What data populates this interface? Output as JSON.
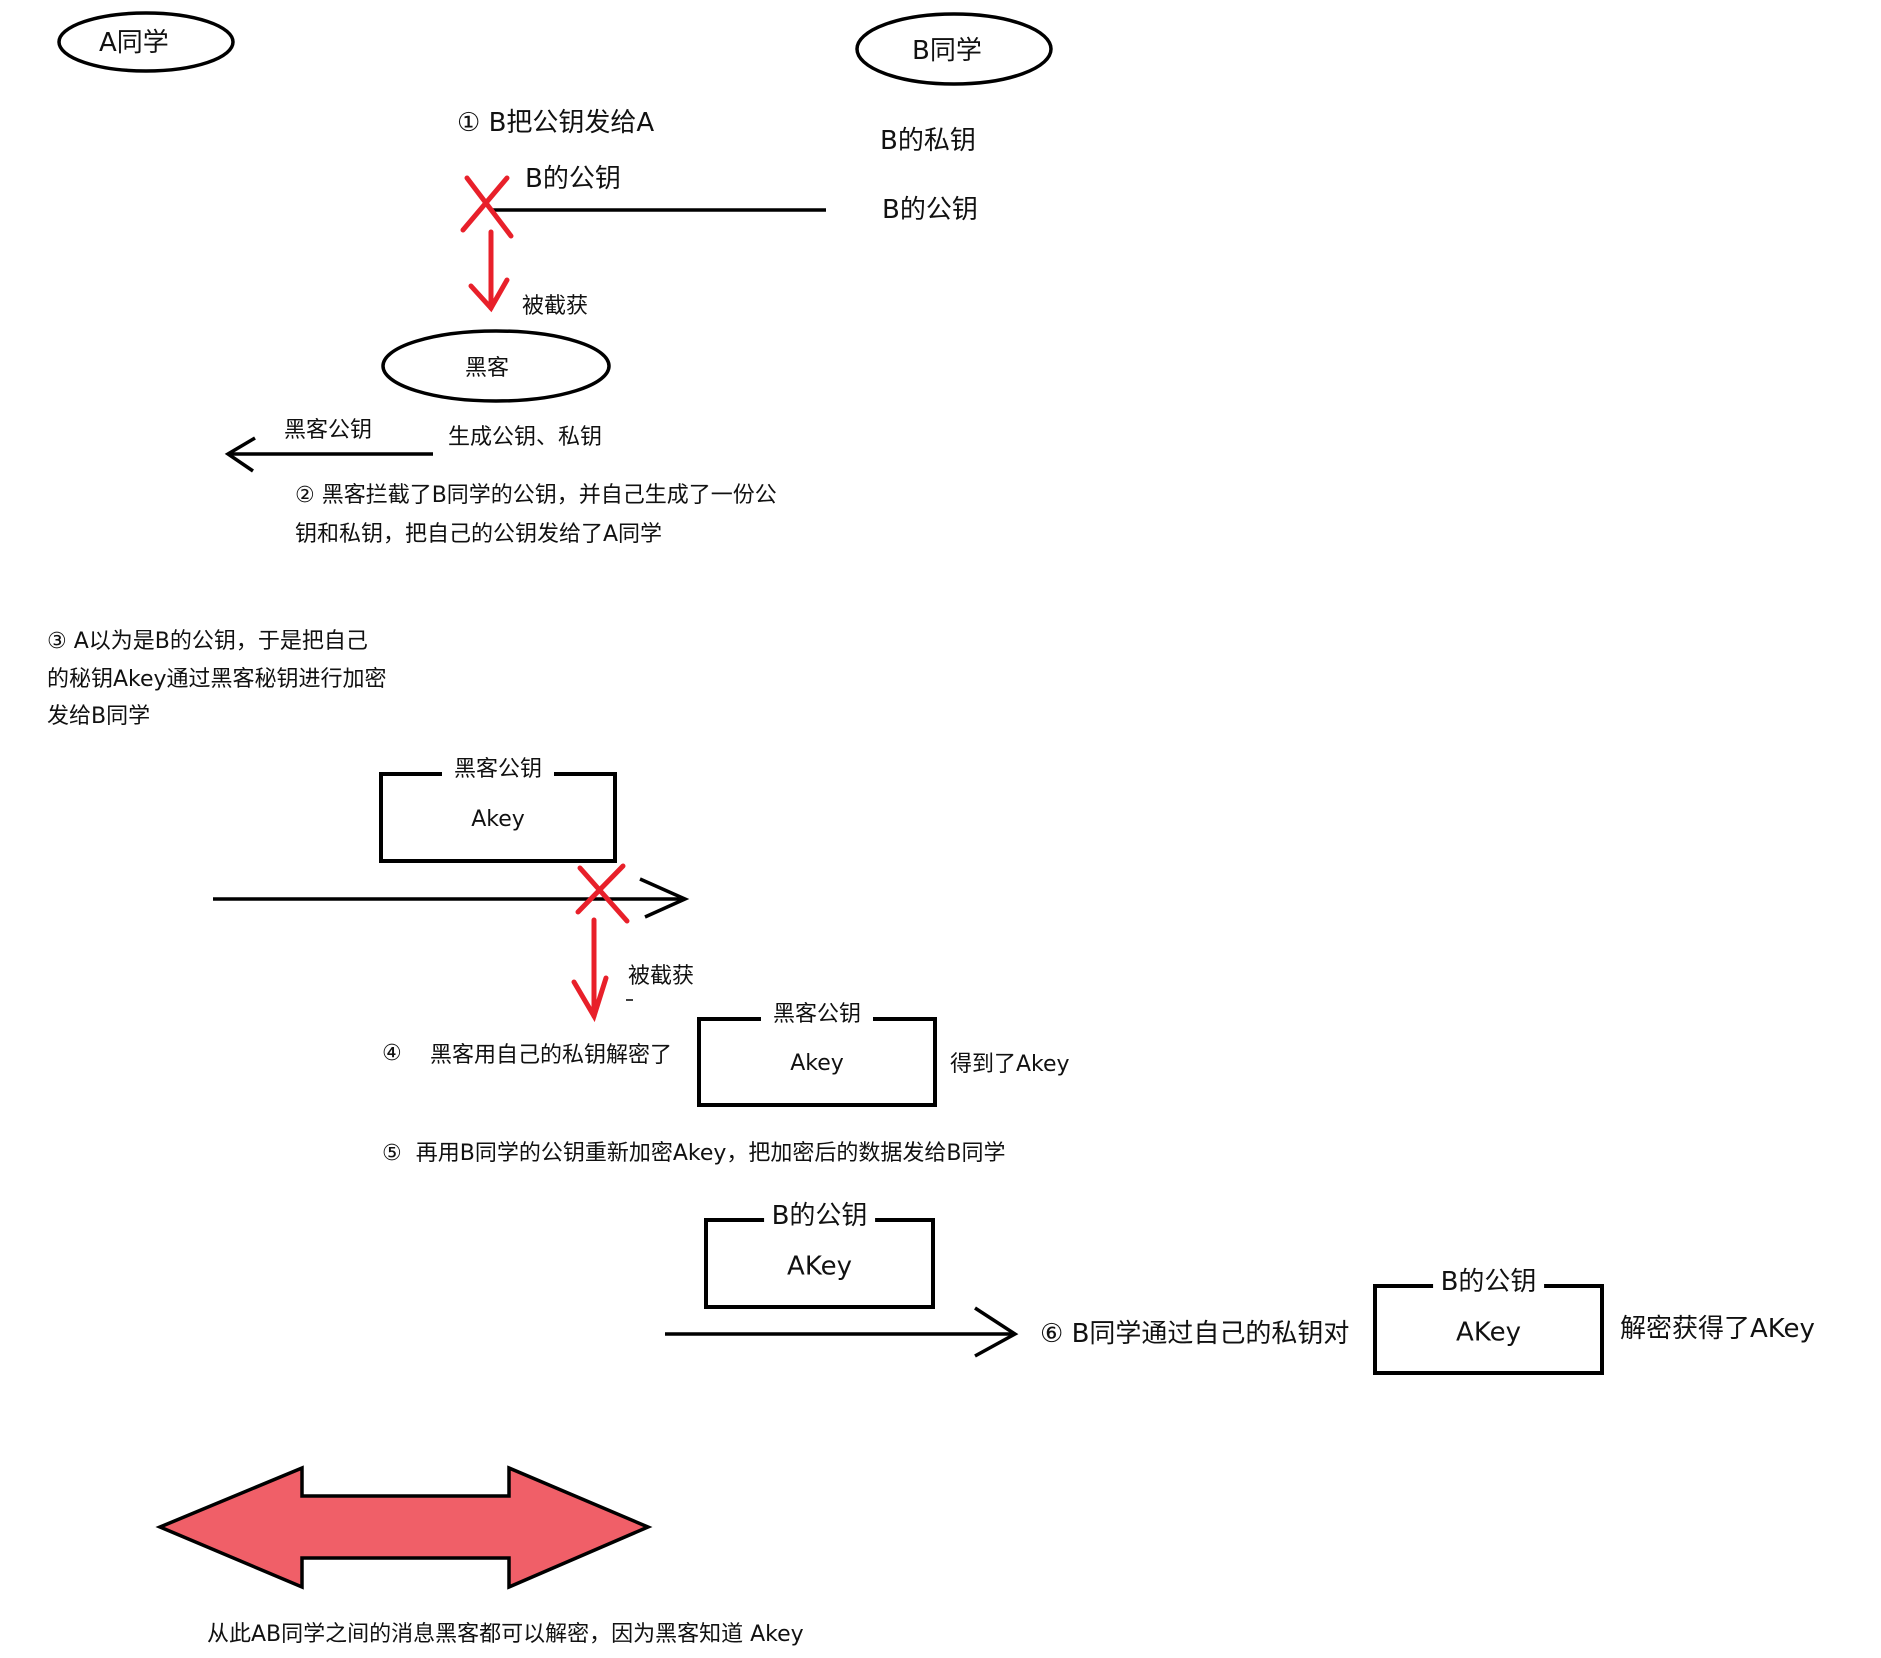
{
  "nodes": {
    "student_a": "A同学",
    "student_b": "B同学",
    "hacker": "黑客"
  },
  "colors": {
    "intercept_red": "#E8202A",
    "double_arrow_fill": "#F05F68",
    "stroke": "#000000"
  },
  "step1": {
    "title": "① B把公钥发给A",
    "b_private_key": "B的私钥",
    "b_public_key": "B的公钥",
    "line_label": "B的公钥",
    "intercepted": "被截获"
  },
  "step2": {
    "hacker_key_label": "黑客公钥",
    "generate_keys": "生成公钥、私钥",
    "desc_line1": "② 黑客拦截了B同学的公钥，并自己生成了一份公",
    "desc_line2": "钥和私钥，把自己的公钥发给了A同学"
  },
  "step3": {
    "desc_line1": "③ A以为是B的公钥，于是把自己",
    "desc_line2": "的秘钥Akey通过黑客秘钥进行加密",
    "desc_line3": "发给B同学",
    "box_label": "黑客公钥",
    "box_content": "Akey",
    "intercepted": "被截获"
  },
  "step4": {
    "number": "④",
    "desc": "黑客用自己的私钥解密了",
    "box_label": "黑客公钥",
    "box_content": "Akey",
    "result": "得到了Akey"
  },
  "step5": {
    "number": "⑤",
    "desc": "再用B同学的公钥重新加密Akey，把加密后的数据发给B同学",
    "box_label": "B的公钥",
    "box_content": "AKey"
  },
  "step6": {
    "desc": "⑥ B同学通过自己的私钥对",
    "box_label": "B的公钥",
    "box_content": "AKey",
    "result": "解密获得了AKey"
  },
  "conclusion": "从此AB同学之间的消息黑客都可以解密，因为黑客知道 Akey"
}
